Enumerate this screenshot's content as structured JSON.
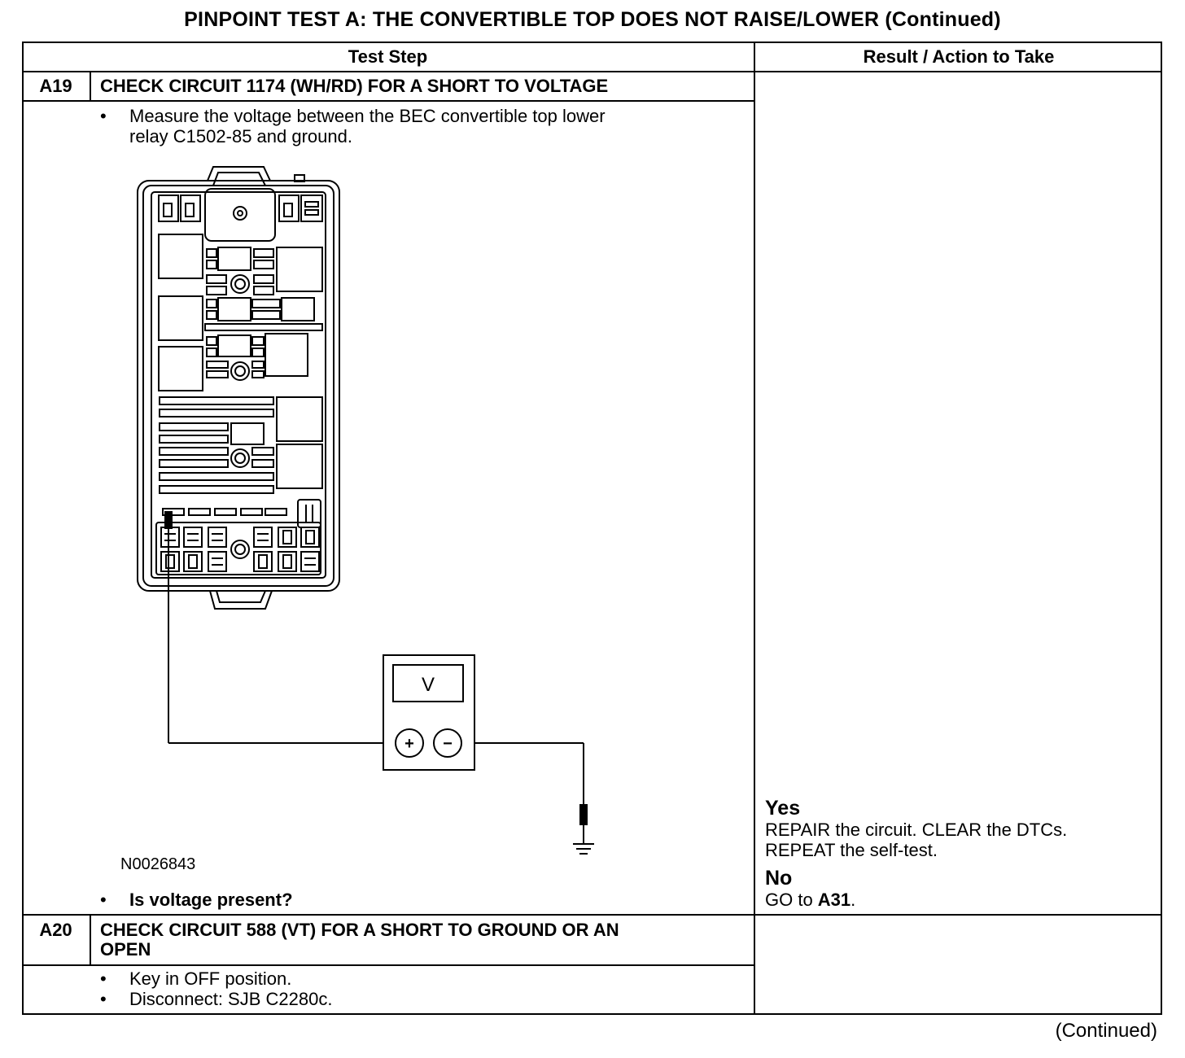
{
  "title": "PINPOINT TEST  A: THE CONVERTIBLE TOP DOES NOT RAISE/LOWER (Continued)",
  "headers": {
    "test_step": "Test Step",
    "result_action": "Result / Action to Take"
  },
  "steps": [
    {
      "id": "A19",
      "heading": "CHECK CIRCUIT 1174 (WH/RD) FOR A SHORT TO VOLTAGE",
      "bullet_symbol": "•",
      "instructions": [
        "Measure the voltage between the BEC convertible top lower",
        "relay C1502-85 and ground."
      ],
      "figure_id": "N0026843",
      "meter_label": "V",
      "meter_plus": "+",
      "meter_minus": "−",
      "question": "Is voltage present?",
      "results": {
        "yes_label": "Yes",
        "yes_lines": [
          "REPAIR the circuit. CLEAR the DTCs.",
          "REPEAT the self-test."
        ],
        "no_label": "No",
        "no_prefix": "GO to ",
        "no_target": "A31",
        "no_suffix": "."
      }
    },
    {
      "id": "A20",
      "heading_lines": [
        "CHECK CIRCUIT 588 (VT) FOR A SHORT TO GROUND OR AN",
        "OPEN"
      ],
      "bullet_symbol": "•",
      "instructions": [
        "Key in OFF position.",
        "Disconnect: SJB C2280c."
      ]
    }
  ],
  "footer": "(Continued)"
}
